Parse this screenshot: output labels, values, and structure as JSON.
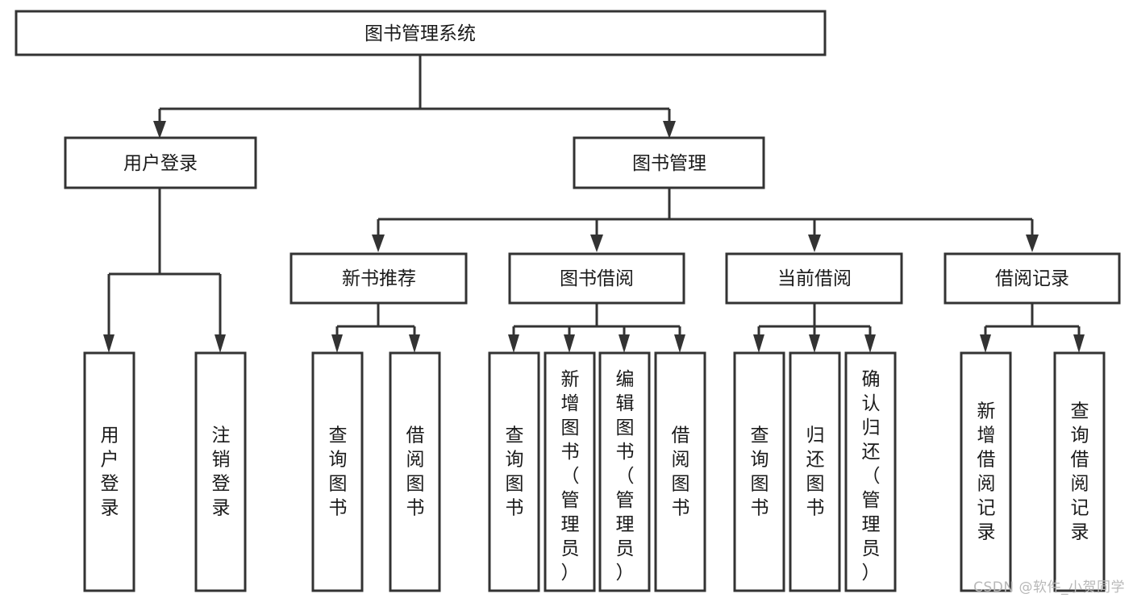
{
  "diagram": {
    "type": "tree-hierarchy-chart",
    "title": "图书管理系统",
    "watermark": "CSDN @软件_小贺同学",
    "colors": {
      "stroke": "#333333",
      "fill": "#ffffff",
      "text": "#1a1a1a",
      "watermark": "#b8b8b8"
    },
    "levels": {
      "root": {
        "label": "图书管理系统"
      },
      "level2": [
        {
          "id": "user-login",
          "label": "用户登录"
        },
        {
          "id": "book-management",
          "label": "图书管理"
        }
      ],
      "level3": [
        {
          "id": "new-book-recommend",
          "label": "新书推荐",
          "parent": "book-management"
        },
        {
          "id": "book-borrow",
          "label": "图书借阅",
          "parent": "book-management"
        },
        {
          "id": "current-borrow",
          "label": "当前借阅",
          "parent": "book-management"
        },
        {
          "id": "borrow-record",
          "label": "借阅记录",
          "parent": "book-management"
        }
      ],
      "leaves": [
        {
          "id": "leaf-user-login",
          "label": "用户登录",
          "parent": "user-login"
        },
        {
          "id": "leaf-logout-login",
          "label": "注销登录",
          "parent": "user-login"
        },
        {
          "id": "leaf-query-book-1",
          "label": "查询图书",
          "parent": "new-book-recommend"
        },
        {
          "id": "leaf-borrow-book-1",
          "label": "借阅图书",
          "parent": "new-book-recommend"
        },
        {
          "id": "leaf-query-book-2",
          "label": "查询图书",
          "parent": "book-borrow"
        },
        {
          "id": "leaf-add-book",
          "label": "新增图书（管理员）",
          "parent": "book-borrow"
        },
        {
          "id": "leaf-edit-book",
          "label": "编辑图书（管理员）",
          "parent": "book-borrow"
        },
        {
          "id": "leaf-borrow-book-2",
          "label": "借阅图书",
          "parent": "book-borrow"
        },
        {
          "id": "leaf-query-book-3",
          "label": "查询图书",
          "parent": "current-borrow"
        },
        {
          "id": "leaf-return-book",
          "label": "归还图书",
          "parent": "current-borrow"
        },
        {
          "id": "leaf-confirm-return",
          "label": "确认归还（管理员）",
          "parent": "current-borrow"
        },
        {
          "id": "leaf-add-record",
          "label": "新增借阅记录",
          "parent": "borrow-record"
        },
        {
          "id": "leaf-query-record",
          "label": "查询借阅记录",
          "parent": "borrow-record"
        }
      ]
    }
  }
}
